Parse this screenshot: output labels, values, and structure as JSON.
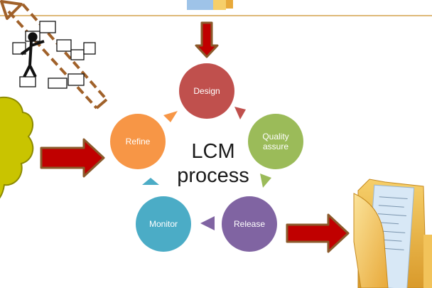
{
  "diagram": {
    "center_title_line1": "LCM",
    "center_title_line2": "process",
    "nodes": [
      {
        "id": "design",
        "label": "Design",
        "color": "#c0504d"
      },
      {
        "id": "quality",
        "label": "Quality assure",
        "label_line1": "Quality",
        "label_line2": "assure",
        "color": "#9bbb59"
      },
      {
        "id": "release",
        "label": "Release",
        "color": "#8064a2"
      },
      {
        "id": "monitor",
        "label": "Monitor",
        "color": "#4bacc6"
      },
      {
        "id": "refine",
        "label": "Refine",
        "color": "#f79646"
      }
    ],
    "arrow_colors": {
      "cycle_arrows": "matching node color",
      "big_arrow_fill": "#c00000",
      "big_arrow_border": "#8b5a2b",
      "dashed_arrow": "#a0612a"
    },
    "decor_colors": {
      "header_line": "#d4a24c",
      "cloud": "#c9c400",
      "folder": "#f2c35a"
    }
  }
}
